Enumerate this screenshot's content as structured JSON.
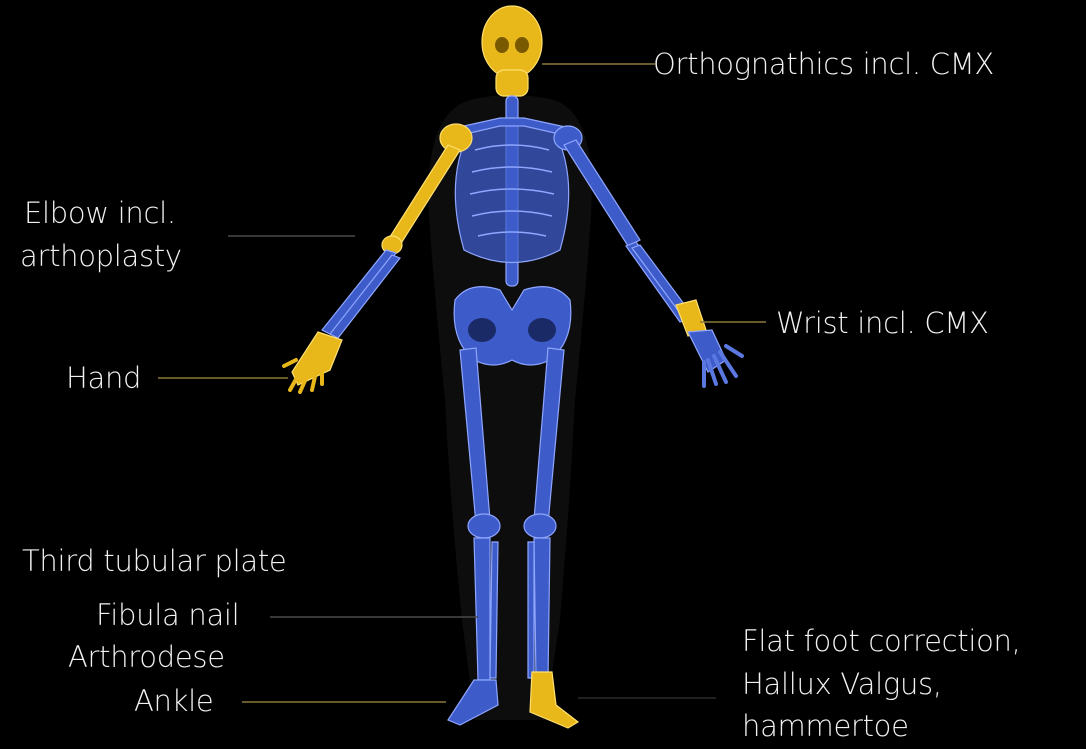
{
  "colors": {
    "background": "#000000",
    "bone": "#3d5cc9",
    "bone_outline": "#8fa6ff",
    "highlight": "#e8b719",
    "leader_line": "#8a7a3a",
    "label_text": "#f2f2f2"
  },
  "labels": {
    "orthognathics": "Orthognathics incl. CMX",
    "elbow_line1": "Elbow incl.",
    "elbow_line2": "arthoplasty",
    "hand": "Hand",
    "wrist": "Wrist incl. CMX",
    "third_tubular": "Third tubular plate",
    "fibula_nail": "Fibula nail",
    "arthrodese": "Arthrodese",
    "ankle": "Ankle",
    "flatfoot_line1": "Flat foot correction,",
    "flatfoot_line2": "Hallux Valgus,",
    "flatfoot_line3": "hammertoe"
  },
  "highlighted_regions": [
    "skull-jaw",
    "left-shoulder-elbow",
    "left-hand",
    "right-wrist",
    "left-ankle-foot"
  ]
}
